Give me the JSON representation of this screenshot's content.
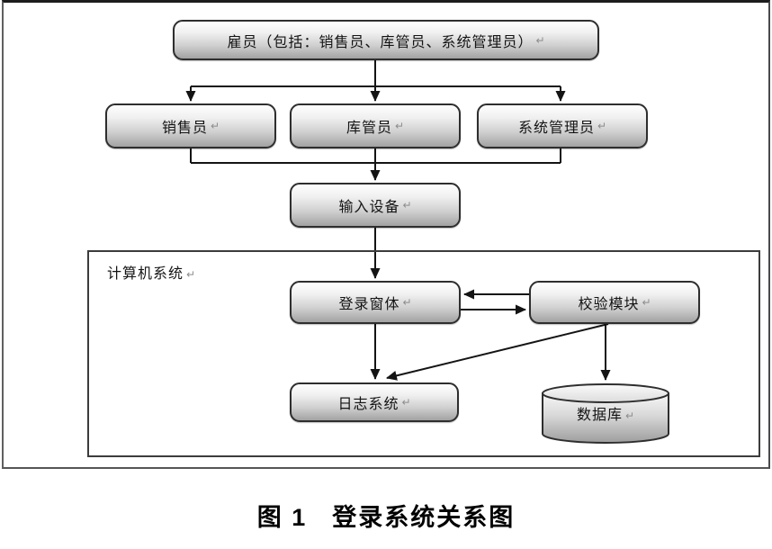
{
  "caption": {
    "prefix": "图 1",
    "title": "登录系统关系图"
  },
  "return_mark": "↵",
  "nodes": {
    "employee": {
      "label": "雇员（包括：销售员、库管员、系统管理员）"
    },
    "sales": {
      "label": "销售员"
    },
    "warehouse": {
      "label": "库管员"
    },
    "admin": {
      "label": "系统管理员"
    },
    "input_device": {
      "label": "输入设备"
    },
    "computer_system": {
      "label": "计算机系统"
    },
    "login_form": {
      "label": "登录窗体"
    },
    "verify_module": {
      "label": "校验模块"
    },
    "log_system": {
      "label": "日志系统"
    },
    "database": {
      "label": "数据库"
    }
  },
  "edges": [
    {
      "from": "employee",
      "to": "sales",
      "type": "arrow"
    },
    {
      "from": "employee",
      "to": "warehouse",
      "type": "arrow"
    },
    {
      "from": "employee",
      "to": "admin",
      "type": "arrow"
    },
    {
      "from": "sales",
      "to": "input_device",
      "type": "arrow"
    },
    {
      "from": "warehouse",
      "to": "input_device",
      "type": "arrow"
    },
    {
      "from": "admin",
      "to": "input_device",
      "type": "arrow"
    },
    {
      "from": "input_device",
      "to": "login_form",
      "type": "arrow"
    },
    {
      "from": "verify_module",
      "to": "login_form",
      "type": "arrow"
    },
    {
      "from": "login_form",
      "to": "verify_module",
      "type": "arrow"
    },
    {
      "from": "login_form",
      "to": "log_system",
      "type": "arrow"
    },
    {
      "from": "verify_module",
      "to": "log_system",
      "type": "arrow"
    },
    {
      "from": "verify_module",
      "to": "database",
      "type": "arrow"
    }
  ],
  "colors": {
    "node_border": "#2e2e2e",
    "node_fill_top": "#fefefe",
    "node_fill_bottom": "#a2a2a2",
    "connector": "#141414",
    "frame_border": "#555555",
    "text": "#141414",
    "return_mark": "#8d8d8d"
  }
}
